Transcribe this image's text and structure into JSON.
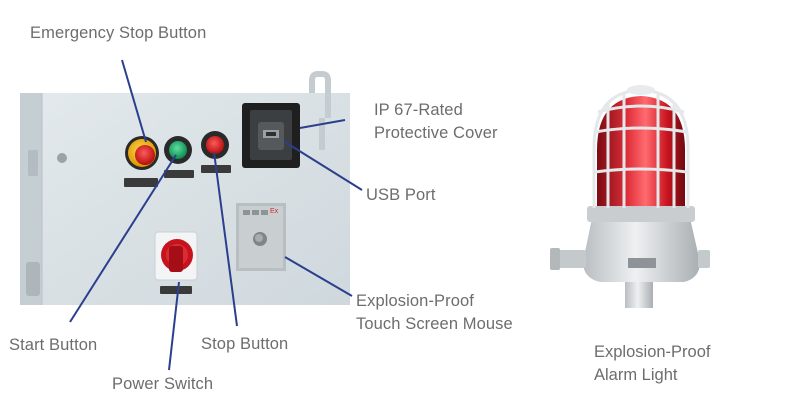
{
  "labels": {
    "emergency_stop": "Emergency Stop Button",
    "ip67_line1": "IP 67-Rated",
    "ip67_line2": "Protective Cover",
    "usb_port": "USB Port",
    "mouse_line1": "Explosion-Proof",
    "mouse_line2": "Touch Screen Mouse",
    "start_button": "Start Button",
    "stop_button": "Stop Button",
    "power_switch": "Power Switch"
  },
  "alarm_caption": {
    "line1": "Explosion-Proof",
    "line2": "Alarm Light"
  },
  "colors": {
    "leader_line": "#2b3f8f",
    "label_text": "#6d6d6d",
    "panel": "#d7dfe4",
    "alarm_red": "#c1121f",
    "emergency_yellow": "#f0b400",
    "start_green": "#1fae6a"
  }
}
